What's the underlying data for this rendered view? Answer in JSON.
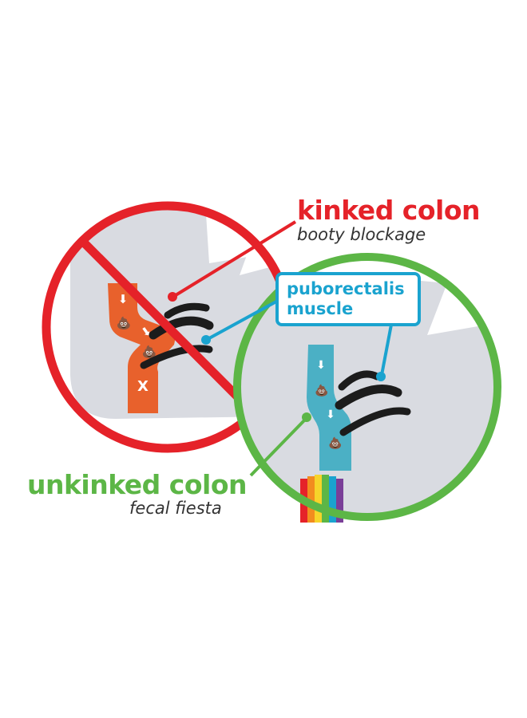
{
  "kinked": {
    "title": "kinked colon",
    "subtitle": "booty blockage",
    "color": "#e52229",
    "colon_color": "#e8612c",
    "blocked_mark": "X"
  },
  "muscle": {
    "line1": "puborectalis",
    "line2": "muscle",
    "color": "#1aa3cf"
  },
  "unkinked": {
    "title": "unkinked colon",
    "subtitle": "fecal fiesta",
    "color": "#5cb646",
    "colon_color": "#4bb0c5"
  },
  "colors": {
    "body_shape": "#d9dbe1",
    "muscle_band": "#1c1c1c",
    "rainbow": [
      "#e52229",
      "#f28c1f",
      "#f6d42a",
      "#5cb646",
      "#1aa3cf",
      "#7a3f98"
    ]
  },
  "icons": [
    "arrow-down-icon",
    "poop-emoji-icon",
    "rainbow-poop-icon",
    "x-mark-icon",
    "prohibition-sign-icon"
  ]
}
